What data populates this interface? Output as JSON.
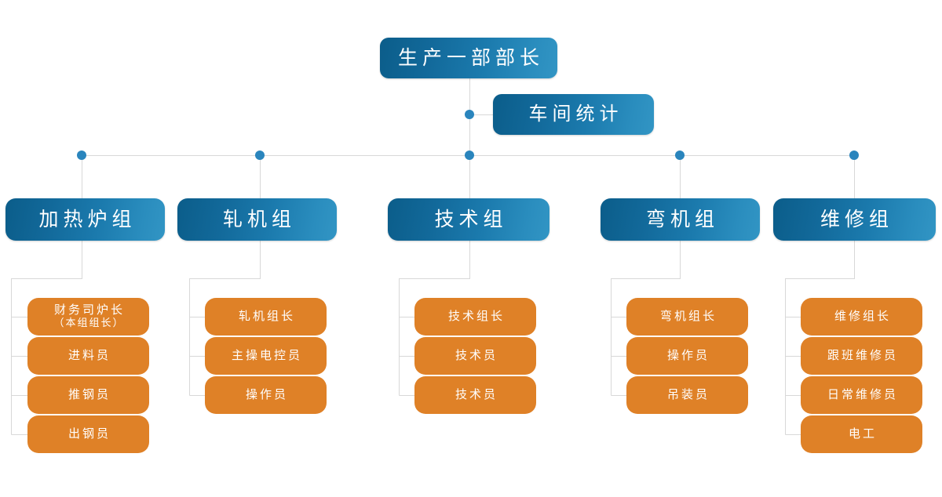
{
  "chart_data": {
    "type": "diagram",
    "title": "生产一部组织结构图",
    "diagram_kind": "organization-chart",
    "orientation": "top-down",
    "colors": {
      "node_blue_dark": "#0b5d8a",
      "node_blue_light": "#3295c4",
      "node_orange": "#df8127",
      "connector_line": "#d8d8d8",
      "connector_dot": "#2a85bd",
      "node_text": "#ffffff",
      "background": "#ffffff"
    },
    "nodes": {
      "root": {
        "label": "生产一部部长",
        "level": 0,
        "style": "blue"
      },
      "staff": {
        "label": "车间统计",
        "level": 1,
        "style": "blue",
        "relation": "staff-assistant"
      },
      "groups": [
        {
          "label": "加热炉组",
          "style": "blue",
          "members": [
            {
              "label": "财务司炉长",
              "sublabel": "（本组组长）",
              "style": "orange"
            },
            {
              "label": "进料员",
              "style": "orange"
            },
            {
              "label": "推钢员",
              "style": "orange"
            },
            {
              "label": "出钢员",
              "style": "orange"
            }
          ]
        },
        {
          "label": "轧机组",
          "style": "blue",
          "members": [
            {
              "label": "轧机组长",
              "style": "orange"
            },
            {
              "label": "主操电控员",
              "style": "orange"
            },
            {
              "label": "操作员",
              "style": "orange"
            }
          ]
        },
        {
          "label": "技术组",
          "style": "blue",
          "members": [
            {
              "label": "技术组长",
              "style": "orange"
            },
            {
              "label": "技术员",
              "style": "orange"
            },
            {
              "label": "技术员",
              "style": "orange"
            }
          ]
        },
        {
          "label": "弯机组",
          "style": "blue",
          "members": [
            {
              "label": "弯机组长",
              "style": "orange"
            },
            {
              "label": "操作员",
              "style": "orange"
            },
            {
              "label": "吊装员",
              "style": "orange"
            }
          ]
        },
        {
          "label": "维修组",
          "style": "blue",
          "members": [
            {
              "label": "维修组长",
              "style": "orange"
            },
            {
              "label": "跟班维修员",
              "style": "orange"
            },
            {
              "label": "日常维修员",
              "style": "orange"
            },
            {
              "label": "电工",
              "style": "orange"
            }
          ]
        }
      ]
    }
  },
  "nodes": {
    "root": "生产一部部长",
    "staff": "车间统计",
    "g0": "加热炉组",
    "g1": "轧机组",
    "g2": "技术组",
    "g3": "弯机组",
    "g4": "维修组",
    "g0m0_l1": "财务司炉长",
    "g0m0_l2": "（本组组长）",
    "g0m1": "进料员",
    "g0m2": "推钢员",
    "g0m3": "出钢员",
    "g1m0": "轧机组长",
    "g1m1": "主操电控员",
    "g1m2": "操作员",
    "g2m0": "技术组长",
    "g2m1": "技术员",
    "g2m2": "技术员",
    "g3m0": "弯机组长",
    "g3m1": "操作员",
    "g3m2": "吊装员",
    "g4m0": "维修组长",
    "g4m1": "跟班维修员",
    "g4m2": "日常维修员",
    "g4m3": "电工"
  }
}
